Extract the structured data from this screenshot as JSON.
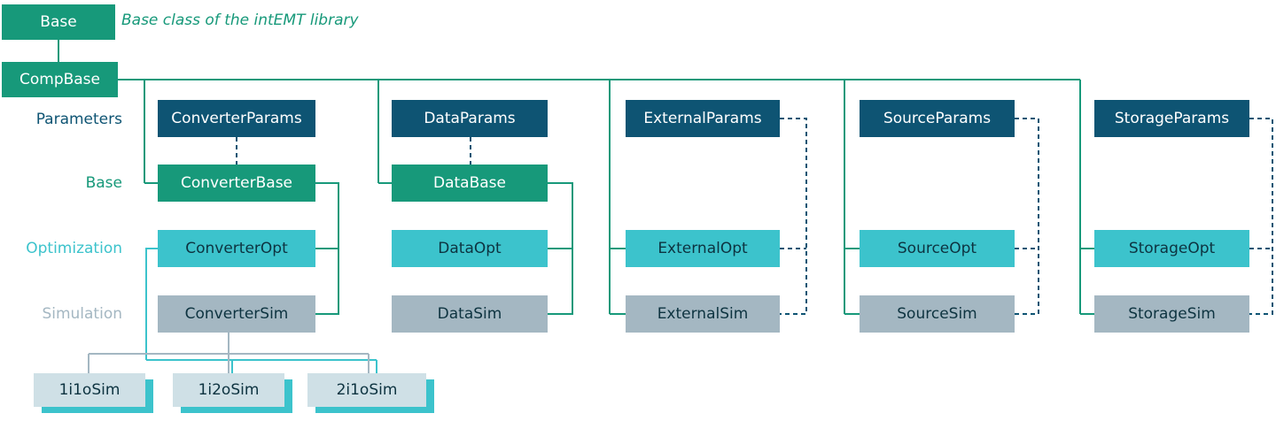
{
  "title_note": "Base class of the intEMT library",
  "colors": {
    "params": "#0e5473",
    "base": "#17997a",
    "optimization": "#3cc3cc",
    "simulation": "#a4b7c2",
    "sim_variant": "#cfe0e6"
  },
  "root": {
    "base": "Base",
    "compbase": "CompBase"
  },
  "row_labels": {
    "parameters": "Parameters",
    "base": "Base",
    "optimization": "Optimization",
    "simulation": "Simulation"
  },
  "components": [
    {
      "params": "ConverterParams",
      "base": "ConverterBase",
      "opt": "ConverterOpt",
      "sim": "ConverterSim"
    },
    {
      "params": "DataParams",
      "base": "DataBase",
      "opt": "DataOpt",
      "sim": "DataSim"
    },
    {
      "params": "ExternalParams",
      "opt": "ExternalOpt",
      "sim": "ExternalSim"
    },
    {
      "params": "SourceParams",
      "opt": "SourceOpt",
      "sim": "SourceSim"
    },
    {
      "params": "StorageParams",
      "opt": "StorageOpt",
      "sim": "StorageSim"
    }
  ],
  "converter_sims": [
    "1i1oSim",
    "1i2oSim",
    "2i1oSim"
  ]
}
